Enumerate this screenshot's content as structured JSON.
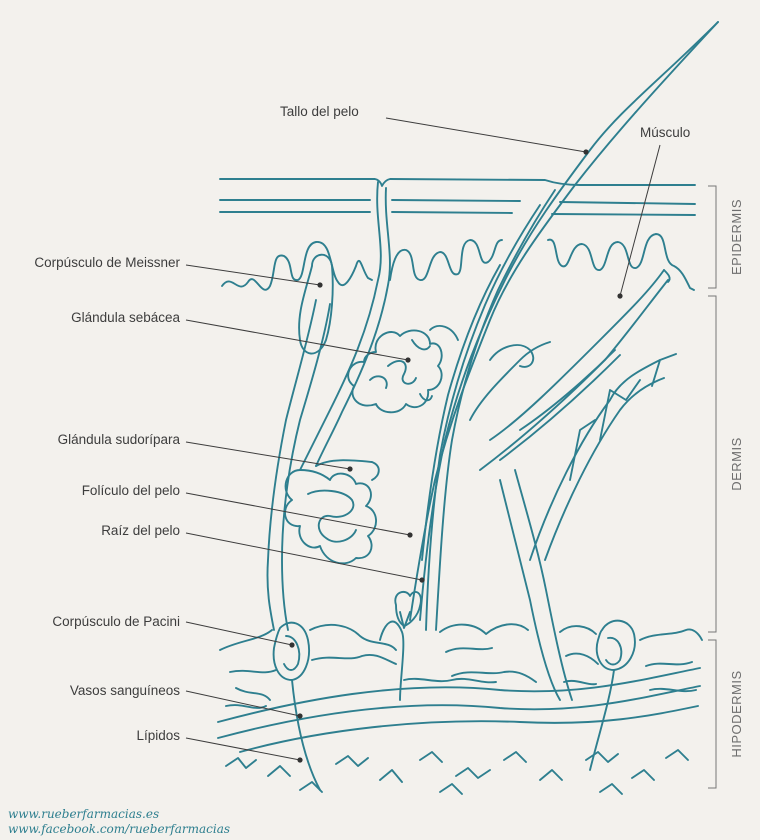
{
  "labels": {
    "tallo": "Tallo del pelo",
    "musculo": "Músculo",
    "meissner": "Corpúsculo de Meissner",
    "sebacea": "Glándula sebácea",
    "sudoripara": "Glándula sudorípara",
    "foliculo": "Folículo del pelo",
    "raiz": "Raíz del pelo",
    "pacini": "Corpúsculo de Pacini",
    "vasos": "Vasos sanguíneos",
    "lipidos": "Lípidos"
  },
  "layers": {
    "epidermis": "EPIDERMIS",
    "dermis": "DERMIS",
    "hipodermis": "HIPODERMIS"
  },
  "credits": {
    "web": "www.rueberfarmacias.es",
    "facebook": "www.facebook.com/rueberfarmacias"
  },
  "colors": {
    "stroke": "#2e7f8f",
    "background": "#f3f1ed",
    "text": "#3d3d3d",
    "credit": "#2e7f8f"
  }
}
